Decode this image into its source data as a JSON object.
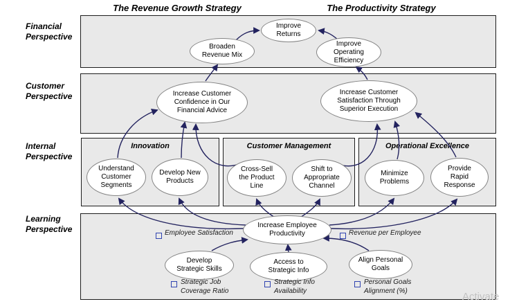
{
  "headers": {
    "revenue": "The Revenue Growth Strategy",
    "productivity": "The Productivity Strategy"
  },
  "perspectives": [
    {
      "label": "Financial\nPerspective"
    },
    {
      "label": "Customer\nPerspective"
    },
    {
      "label": "Internal\nPerspective"
    },
    {
      "label": "Learning\nPerspective"
    }
  ],
  "groups": [
    {
      "label": "Innovation"
    },
    {
      "label": "Customer Management"
    },
    {
      "label": "Operational Excellence"
    }
  ],
  "nodes": {
    "improve_returns": {
      "label": "Improve\nReturns"
    },
    "broaden_revenue_mix": {
      "label": "Broaden\nRevenue Mix"
    },
    "improve_operating_efficiency": {
      "label": "Improve\nOperating\nEfficiency"
    },
    "increase_customer_confidence": {
      "label": "Increase Customer\nConfidence in Our\nFinancial Advice"
    },
    "increase_customer_satisfaction": {
      "label": "Increase Customer\nSatisfaction Through\nSuperior Execution"
    },
    "understand_customer_segments": {
      "label": "Understand\nCustomer\nSegments"
    },
    "develop_new_products": {
      "label": "Develop New\nProducts"
    },
    "cross_sell_the_product_line": {
      "label": "Cross-Sell\nthe Product\nLine"
    },
    "shift_to_appropriate_channel": {
      "label": "Shift to\nAppropriate\nChannel"
    },
    "minimize_problems": {
      "label": "Minimize\nProblems"
    },
    "provide_rapid_response": {
      "label": "Provide\nRapid\nResponse"
    },
    "increase_employee_productivity": {
      "label": "Increase Employee\nProductivity"
    },
    "develop_strategic_skills": {
      "label": "Develop\nStrategic Skills"
    },
    "access_to_strategic_info": {
      "label": "Access to\nStrategic Info"
    },
    "align_personal_goals": {
      "label": "Align Personal\nGoals"
    }
  },
  "measures": [
    {
      "label": "Employee Satisfaction"
    },
    {
      "label": "Revenue per Employee"
    },
    {
      "label": "Strategic Job\nCoverage Ratio"
    },
    {
      "label": "Strategic Info\nAvailability"
    },
    {
      "label": "Personal Goals\nAlignment (%)"
    }
  ],
  "edges": [
    {
      "from": "broaden_revenue_mix",
      "to": "improve_returns"
    },
    {
      "from": "improve_operating_efficiency",
      "to": "improve_returns"
    },
    {
      "from": "increase_customer_confidence",
      "to": "broaden_revenue_mix"
    },
    {
      "from": "increase_customer_satisfaction",
      "to": "improve_operating_efficiency"
    },
    {
      "from": "understand_customer_segments",
      "to": "increase_customer_confidence"
    },
    {
      "from": "develop_new_products",
      "to": "increase_customer_confidence"
    },
    {
      "from": "cross_sell_the_product_line",
      "to": "increase_customer_confidence"
    },
    {
      "from": "shift_to_appropriate_channel",
      "to": "increase_customer_satisfaction"
    },
    {
      "from": "minimize_problems",
      "to": "increase_customer_satisfaction"
    },
    {
      "from": "provide_rapid_response",
      "to": "increase_customer_satisfaction"
    },
    {
      "from": "increase_employee_productivity",
      "to": "understand_customer_segments"
    },
    {
      "from": "increase_employee_productivity",
      "to": "develop_new_products"
    },
    {
      "from": "increase_employee_productivity",
      "to": "cross_sell_the_product_line"
    },
    {
      "from": "increase_employee_productivity",
      "to": "shift_to_appropriate_channel"
    },
    {
      "from": "increase_employee_productivity",
      "to": "minimize_problems"
    },
    {
      "from": "increase_employee_productivity",
      "to": "provide_rapid_response"
    },
    {
      "from": "develop_strategic_skills",
      "to": "increase_employee_productivity"
    },
    {
      "from": "access_to_strategic_info",
      "to": "increase_employee_productivity"
    },
    {
      "from": "align_personal_goals",
      "to": "increase_employee_productivity"
    }
  ],
  "colors": {
    "band_fill": "#e9e9e9",
    "band_border": "#1c1c1c",
    "ellipse_stroke": "#838383",
    "arrow": "#23235f",
    "measure_bullet": "#2f43b0",
    "watermark": "#c2c2c2"
  },
  "watermark": "Activate"
}
